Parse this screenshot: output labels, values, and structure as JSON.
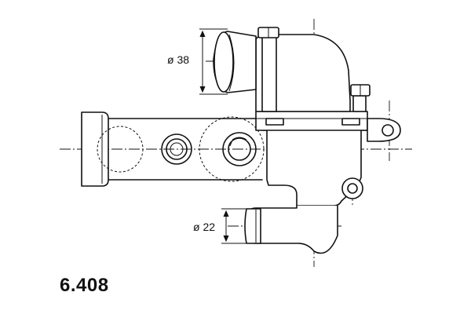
{
  "part_number": "6.408",
  "dimensions": {
    "outlet_diameter": "ø 38",
    "inlet_diameter": "ø 22"
  },
  "colors": {
    "line": "#111111",
    "background": "#ffffff"
  }
}
